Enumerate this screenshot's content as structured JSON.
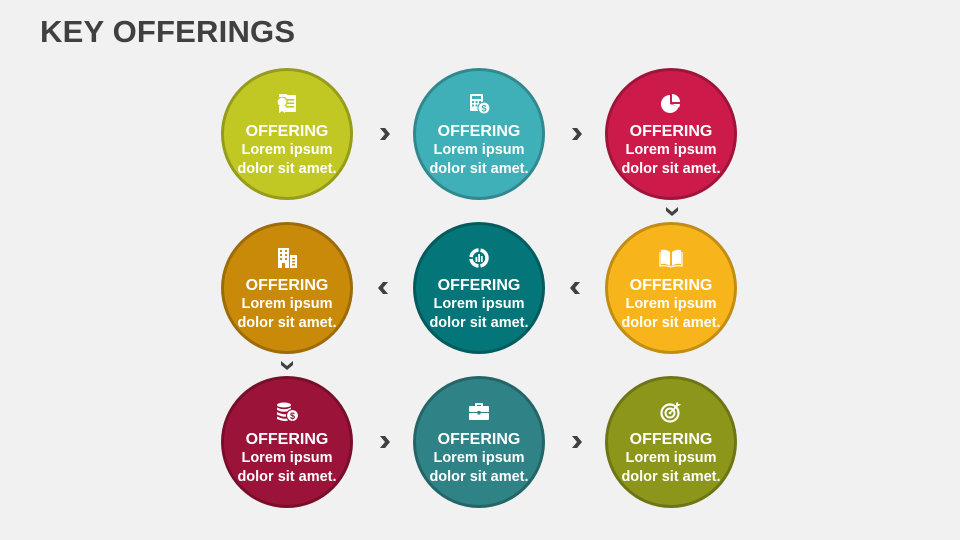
{
  "title": "KEY OFFERINGS",
  "offerings": [
    {
      "heading": "OFFERING",
      "line1": "Lorem ipsum",
      "line2": "dolor sit amet.",
      "icon": "certificate-document-icon",
      "color": "#c1c823"
    },
    {
      "heading": "OFFERING",
      "line1": "Lorem ipsum",
      "line2": "dolor sit amet.",
      "icon": "calculator-money-bag-icon",
      "color": "#3fb0b7"
    },
    {
      "heading": "OFFERING",
      "line1": "Lorem ipsum",
      "line2": "dolor sit amet.",
      "icon": "pie-chart-icon",
      "color": "#cc1b4b"
    },
    {
      "heading": "OFFERING",
      "line1": "Lorem ipsum",
      "line2": "dolor sit amet.",
      "icon": "open-book-icon",
      "color": "#f8b51b"
    },
    {
      "heading": "OFFERING",
      "line1": "Lorem ipsum",
      "line2": "dolor sit amet.",
      "icon": "donut-chart-icon",
      "color": "#047579"
    },
    {
      "heading": "OFFERING",
      "line1": "Lorem ipsum",
      "line2": "dolor sit amet.",
      "icon": "buildings-icon",
      "color": "#c98a09"
    },
    {
      "heading": "OFFERING",
      "line1": "Lorem ipsum",
      "line2": "dolor sit amet.",
      "icon": "coins-dollar-icon",
      "color": "#9b1338"
    },
    {
      "heading": "OFFERING",
      "line1": "Lorem ipsum",
      "line2": "dolor sit amet.",
      "icon": "briefcase-icon",
      "color": "#2f8285"
    },
    {
      "heading": "OFFERING",
      "line1": "Lorem ipsum",
      "line2": "dolor sit amet.",
      "icon": "target-icon",
      "color": "#8c961a"
    }
  ],
  "arrow_color": "#404040"
}
